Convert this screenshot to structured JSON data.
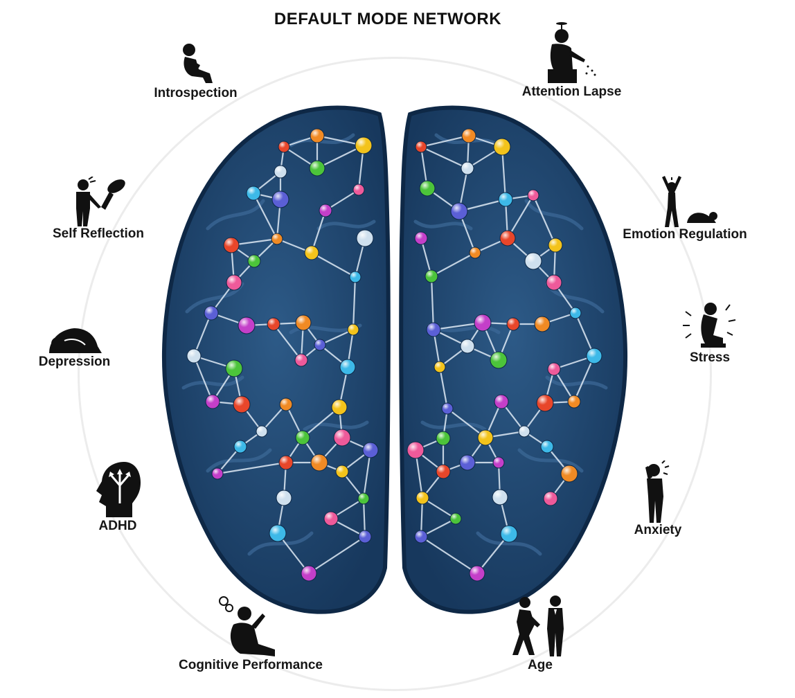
{
  "title": "DEFAULT MODE NETWORK",
  "labels": {
    "introspection": "Introspection",
    "attention_lapse": "Attention Lapse",
    "self_reflection": "Self Reflection",
    "emotion_regulation": "Emotion Regulation",
    "depression": "Depression",
    "stress": "Stress",
    "adhd": "ADHD",
    "anxiety": "Anxiety",
    "cognitive_performance": "Cognitive Performance",
    "age": "Age"
  },
  "icons": {
    "introspection": "crouching-person-icon",
    "attention_lapse": "seated-distracted-person-icon",
    "self_reflection": "person-with-mirror-icon",
    "emotion_regulation": "excited-and-collapsed-person-icon",
    "depression": "curled-up-person-icon",
    "stress": "stressed-person-icon",
    "adhd": "head-with-arrows-icon",
    "anxiety": "anxious-person-icon",
    "cognitive_performance": "confused-sitting-person-icon",
    "age": "old-and-young-person-icon"
  },
  "colors": {
    "brain_fill": "#1d4570",
    "brain_edge": "#0e2846",
    "brain_highlight": "#3d6a98",
    "network_line": "#dfeaf5",
    "node_palette": [
      "#e8462a",
      "#f3c31b",
      "#4cc43a",
      "#3db9e8",
      "#c43fc9",
      "#f08a24",
      "#cfe0ee",
      "#ee5a9a",
      "#5b5fd6"
    ]
  }
}
